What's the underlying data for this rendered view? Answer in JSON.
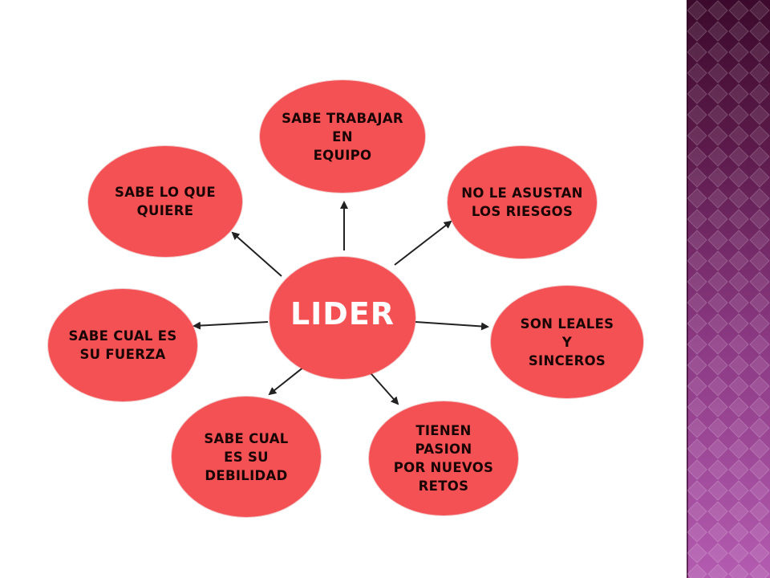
{
  "diagram": {
    "center": {
      "label": "LIDER"
    },
    "nodes": [
      {
        "id": "trabajar-equipo",
        "label": "SABE TRABAJAR\nEN\nEQUIPO"
      },
      {
        "id": "riesgos",
        "label": "NO LE ASUSTAN\nLOS RIESGOS"
      },
      {
        "id": "leales",
        "label": "SON LEALES\nY\nSINCEROS"
      },
      {
        "id": "pasion",
        "label": "TIENEN\nPASION\nPOR NUEVOS\nRETOS"
      },
      {
        "id": "debilidad",
        "label": "SABE CUAL\nES SU\nDEBILIDAD"
      },
      {
        "id": "fuerza",
        "label": "SABE CUAL ES\nSU FUERZA"
      },
      {
        "id": "quiere",
        "label": "SABE LO QUE\nQUIERE"
      }
    ]
  },
  "colors": {
    "node_fill": "#f45155",
    "text_dark": "#1a0505",
    "center_text": "#ffffff",
    "arrow": "#222222",
    "sidebar_dark": "#3c0a2c",
    "sidebar_light": "#b35bb0"
  }
}
